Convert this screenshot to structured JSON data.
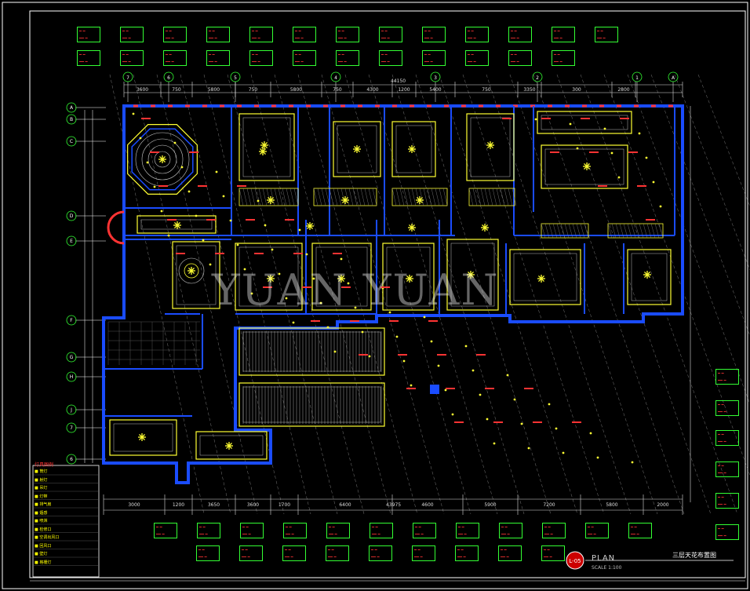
{
  "sheet": {
    "title": "三层天花布置图",
    "plan_label": "PLAN",
    "scale_label": "SCALE 1:100",
    "sheet_code": "L-05"
  },
  "watermark": "YUAN YUAN",
  "dimensions": {
    "top": [
      "3600",
      "750",
      "5800",
      "750",
      "5800",
      "750",
      "4300",
      "1200",
      "5400",
      "750",
      "3350",
      "300",
      "2800"
    ],
    "top_total": "44150",
    "bottom": [
      "3000",
      "1200",
      "3650",
      "3600",
      "1700",
      "6400",
      "4600",
      "5900",
      "7200",
      "5800",
      "2000"
    ],
    "bottom_total": "43975"
  },
  "grid_labels": [
    "7",
    "6",
    "5",
    "4",
    "3",
    "2",
    "1",
    "A",
    "B",
    "C",
    "D",
    "E",
    "F",
    "G",
    "H",
    "J"
  ],
  "colors": {
    "wall": "#1a4cff",
    "ceiling": "#ffff33",
    "tag_border": "#33ff33",
    "tag_text": "#ff3333",
    "grid": "#ffffff",
    "lamp": "#ffff33"
  },
  "legend": {
    "title": "灯具图例",
    "rows": [
      "筒灯",
      "射灯",
      "吊灯",
      "灯带",
      "排气扇",
      "烟感",
      "喷淋",
      "检修口",
      "空调出风口",
      "回风口",
      "壁灯",
      "格栅灯"
    ]
  }
}
